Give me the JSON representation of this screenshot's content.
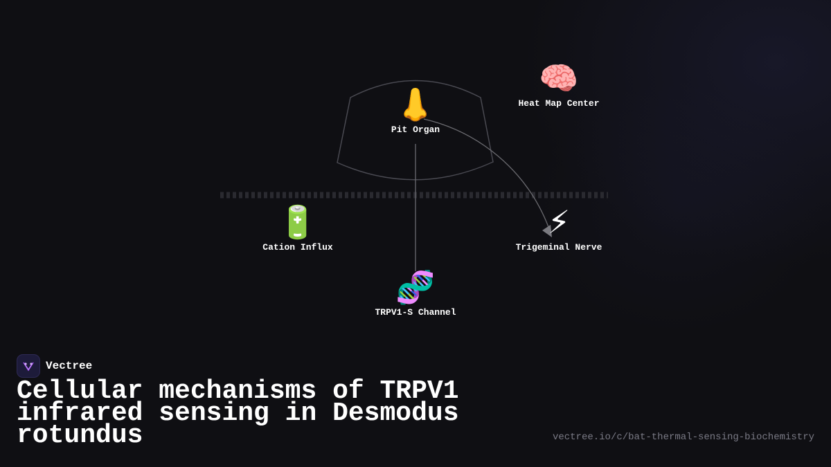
{
  "diagram": {
    "nodes": [
      {
        "id": "pit-organ",
        "emoji": "👃",
        "label": "Pit Organ"
      },
      {
        "id": "heat-map-center",
        "emoji": "🧠",
        "label": "Heat Map Center"
      },
      {
        "id": "cation-influx",
        "emoji": "🔋",
        "label": "Cation Influx"
      },
      {
        "id": "trigeminal-nerve",
        "emoji": "⚡",
        "label": "Trigeminal Nerve"
      },
      {
        "id": "trpv1-s-channel",
        "emoji": "🧬",
        "label": "TRPV1-S Channel"
      }
    ],
    "edges": [
      {
        "from": "pit-organ",
        "to": "trpv1-s-channel"
      },
      {
        "from": "pit-organ",
        "to": "trigeminal-nerve"
      }
    ]
  },
  "brand": {
    "name": "Vectree",
    "accent": "#a855f7"
  },
  "title": "Cellular mechanisms of TRPV1 infrared sensing in Desmodus rotundus",
  "url": "vectree.io/c/bat-thermal-sensing-biochemistry",
  "colors": {
    "background": "#0f0f13",
    "edge": "#6b6b70",
    "membrane": "#2a2a30"
  }
}
